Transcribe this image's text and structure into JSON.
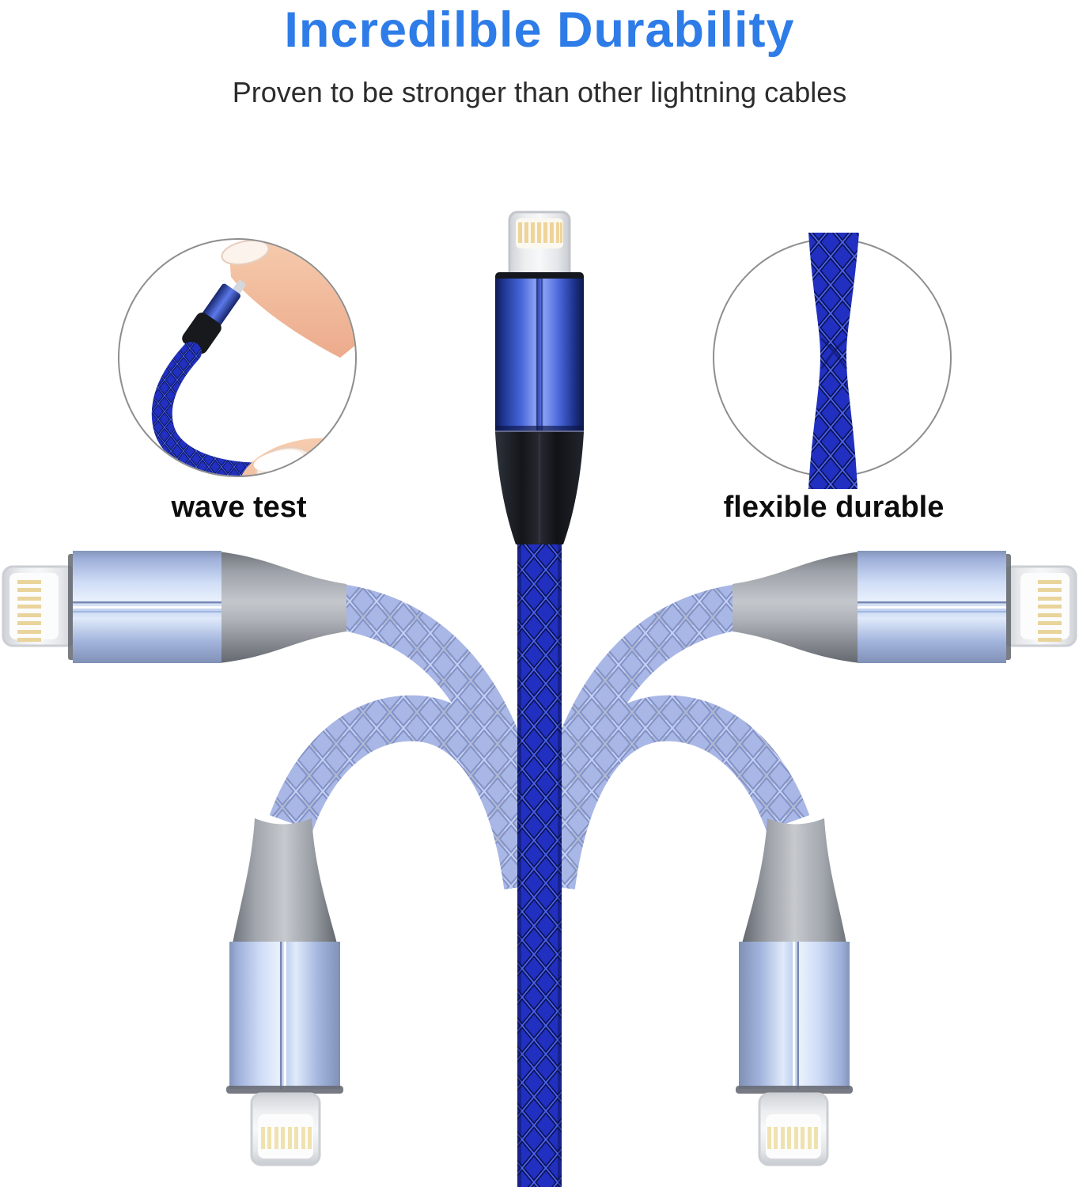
{
  "header": {
    "title": "Incredilble Durability",
    "subtitle": "Proven to be stronger than other lightning cables"
  },
  "features": {
    "wave_test": {
      "label": "wave test"
    },
    "flexible_durable": {
      "label": "flexible durable"
    }
  },
  "colors": {
    "title_blue": "#2e7ce8",
    "subtitle_gray": "#2c2c2c",
    "label_black": "#0d0d0d",
    "cable_royal_blue": "#2130c0",
    "cable_navy": "#0a1150",
    "faded_cable_blue": "#a9b7e6",
    "connector_light_blue": "#cfdcf6",
    "connector_gray": "#9ea2a9",
    "strain_relief_black": "#17191d",
    "pin_gold": "#eed9a0",
    "skin_tone": "#f4c6a8",
    "background": "#ffffff"
  }
}
